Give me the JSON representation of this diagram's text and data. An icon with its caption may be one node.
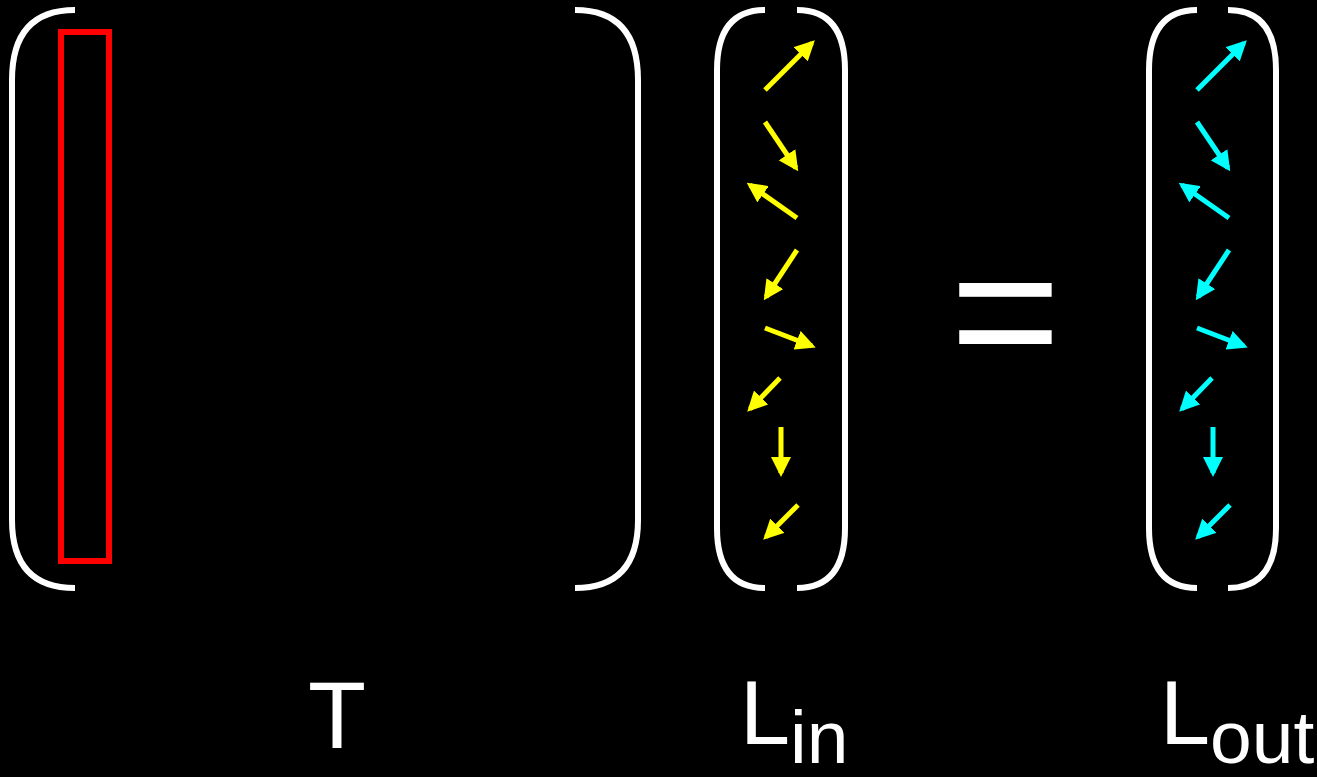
{
  "diagram": {
    "labels": [
      "=",
      "T",
      "L$_{in}$",
      "L$_{out}$"
    ]
  }
}
